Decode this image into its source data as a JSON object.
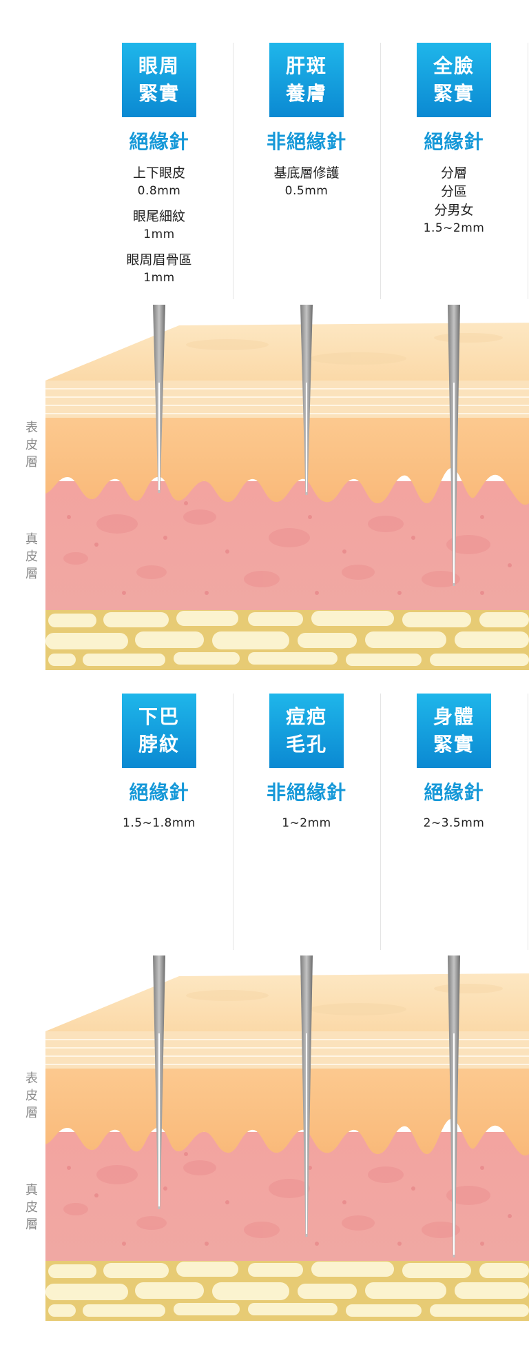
{
  "layer_labels": {
    "epidermis": "表皮層",
    "dermis": "真皮層"
  },
  "colors": {
    "badge_top": "#1fb6ea",
    "badge_bottom": "#0b89d2",
    "needle_type_text": "#1598d8"
  },
  "panels": [
    {
      "columns": [
        {
          "title_lines": [
            "眼周",
            "緊實"
          ],
          "needle_type": "絕緣針",
          "details": [
            {
              "area": "上下眼皮",
              "depth": "0.8mm"
            },
            {
              "area": "眼尾細紋",
              "depth": "1mm"
            },
            {
              "area": "眼周眉骨區",
              "depth": "1mm"
            }
          ]
        },
        {
          "title_lines": [
            "肝斑",
            "養膚"
          ],
          "needle_type": "非絕緣針",
          "details": [
            {
              "area": "基底層修護",
              "depth": "0.5mm"
            }
          ]
        },
        {
          "title_lines": [
            "全臉",
            "緊實"
          ],
          "needle_type": "絕緣針",
          "details": [
            {
              "area": "分層",
              "depth": ""
            },
            {
              "area": "分區",
              "depth": ""
            },
            {
              "area": "分男女",
              "depth": "1.5~2mm"
            }
          ]
        }
      ]
    },
    {
      "columns": [
        {
          "title_lines": [
            "下巴",
            "脖紋"
          ],
          "needle_type": "絕緣針",
          "details": [
            {
              "area": "",
              "depth": "1.5~1.8mm"
            }
          ]
        },
        {
          "title_lines": [
            "痘疤",
            "毛孔"
          ],
          "needle_type": "非絕緣針",
          "details": [
            {
              "area": "",
              "depth": "1~2mm"
            }
          ]
        },
        {
          "title_lines": [
            "身體",
            "緊實"
          ],
          "needle_type": "絕緣針",
          "details": [
            {
              "area": "",
              "depth": "2~3.5mm"
            }
          ]
        }
      ]
    }
  ]
}
